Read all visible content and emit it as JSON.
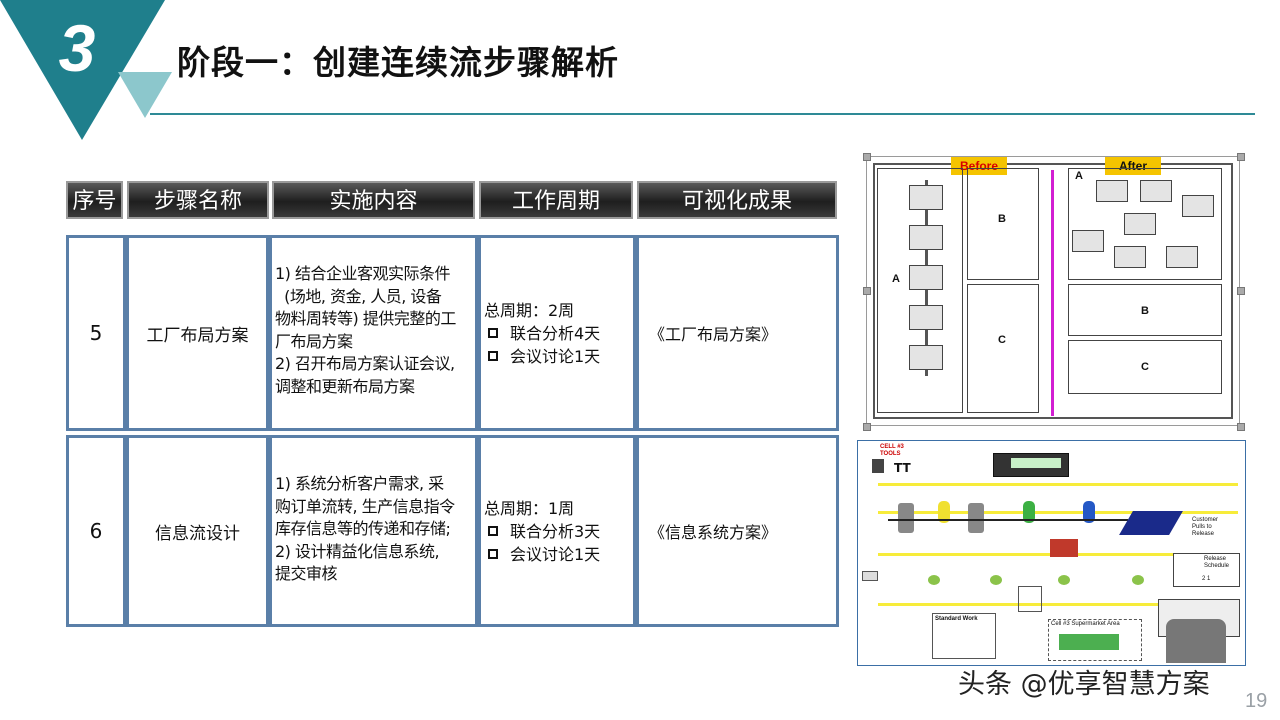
{
  "header": {
    "step_number": "3",
    "title": "阶段一：创建连续流步骤解析"
  },
  "table": {
    "headers": [
      "序号",
      "步骤名称",
      "实施内容",
      "工作周期",
      "可视化成果"
    ],
    "rows": [
      {
        "num": "5",
        "name": "工厂布局方案",
        "content": [
          "1)  结合企业客观实际条件",
          "  (场地, 资金, 人员, 设备",
          "物料周转等) 提供完整的工",
          "厂布局方案",
          "2)  召开布局方案认证会议,",
          "调整和更新布局方案"
        ],
        "period_total": "总周期：2周",
        "period_items": [
          "联合分析4天",
          "会议讨论1天"
        ],
        "result": "《工厂布局方案》"
      },
      {
        "num": "6",
        "name": "信息流设计",
        "content": [
          "1)  系统分析客户需求, 采",
          "购订单流转, 生产信息指令",
          "库存信息等的传递和存储;",
          "2)  设计精益化信息系统,",
          "提交审核"
        ],
        "period_total": "总周期：1周",
        "period_items": [
          "联合分析3天",
          "会议讨论1天"
        ],
        "result": "《信息系统方案》"
      }
    ]
  },
  "layout_diagram": {
    "before_label": "Before",
    "after_label": "After",
    "zone_a": "A",
    "zone_b": "B",
    "zone_c": "C"
  },
  "vsm_diagram": {
    "cell_tools": "CELL #3\nTOOLS",
    "customer_pulls": "Customer\nPulls to\nRelease",
    "release_schedule": "Release\nSchedule",
    "standard_work": "Standard Work",
    "supermarket": "Cell #3 Supermarket Area",
    "schedule_nums": "2    1"
  },
  "footer": {
    "watermark": "头条 @优享智慧方案",
    "page_number": "19"
  },
  "colors": {
    "teal_dark": "#1f7f8c",
    "teal_light": "#8cc7cc",
    "cell_border": "#5a7fa8",
    "accent_yellow": "#f5c400",
    "divider_magenta": "#d21fd2"
  }
}
